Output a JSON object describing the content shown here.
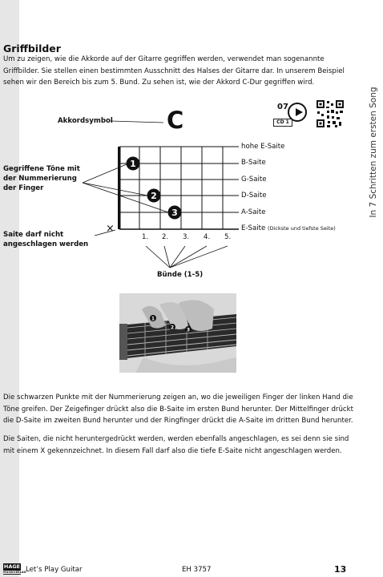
{
  "sidebar": {
    "text": "In 7 Schritten zum ersten Song"
  },
  "heading": "Griffbilder",
  "intro": "Um zu zeigen, wie die Akkorde auf der Gitarre gegriffen werden, verwendet man sogenannte Griffbilder. Sie stellen einen bestimmten Ausschnitt des Halses der Gitarre dar. In unserem Beispiel sehen wir den Bereich bis zum 5. Bund. Zu sehen ist, wie der Akkord C-Dur gegriffen wird.",
  "diagram": {
    "chord_symbol": "C",
    "label_chord_symbol": "Akkordsymbol",
    "label_fingers": "Gegriffene Töne mit der Nummerierung der Finger",
    "label_muted": "Saite darf nicht angeschlagen werden",
    "label_frets": "Bünde (1-5)",
    "muted_mark": "×",
    "strings": [
      "hohe E-Saite",
      "B-Saite",
      "G-Saite",
      "D-Saite",
      "A-Saite",
      "E-Saite"
    ],
    "low_e_note": "(Dickste und tiefste Seite)",
    "fret_numbers": [
      "1.",
      "2.",
      "3.",
      "4.",
      "5."
    ],
    "fingers": [
      {
        "number": "1",
        "string": "B-Saite",
        "fret": 1
      },
      {
        "number": "2",
        "string": "D-Saite",
        "fret": 2
      },
      {
        "number": "3",
        "string": "A-Saite",
        "fret": 3
      }
    ]
  },
  "media": {
    "track": "07",
    "cd": "CD 1",
    "icon": "play-icon"
  },
  "photo_fingers": [
    "1",
    "2",
    "3"
  ],
  "para2": "Die schwarzen Punkte mit der Nummerierung zeigen an, wo die jeweiligen Finger der linken Hand die Töne greifen. Der Zeigefinger drückt also die B-Saite im ersten Bund herunter. Der Mittelfinger drückt die D-Saite im zweiten Bund herunter und der Ringfinger drückt die A-Saite im dritten Bund herunter.",
  "para3": "Die Saiten, die nicht heruntergedrückt werden, werden ebenfalls angeschlagen, es sei denn sie sind mit einem X gekennzeichnet. In diesem Fall darf also die tiefe E-Saite nicht angeschlagen werden.",
  "footer": {
    "logo": "HAGE",
    "logo_sub": "MUSIKVERLAG",
    "title": "Let’s Play Guitar",
    "code": "EH 3757",
    "page": "13"
  }
}
